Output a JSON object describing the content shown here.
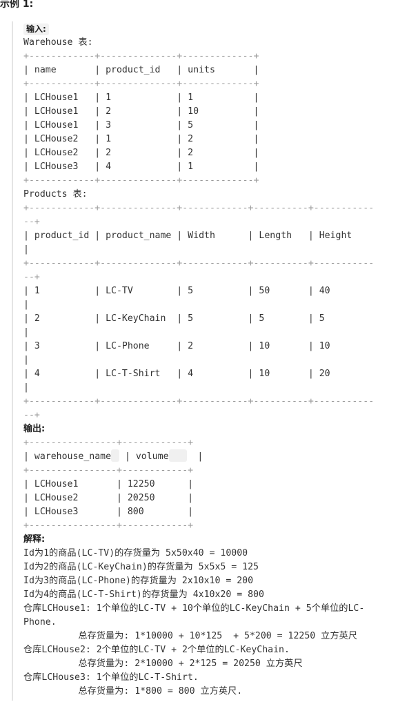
{
  "heading": "示例 1:",
  "input_label": "输入:",
  "lines": [
    {
      "text": "Warehouse 表:",
      "bold": false
    },
    {
      "text": "+------------+--------------+-------------+",
      "border": true
    },
    {
      "text": "| name       | product_id   | units       |"
    },
    {
      "text": "+------------+--------------+-------------+",
      "border": true
    },
    {
      "text": "| LCHouse1   | 1            | 1           |"
    },
    {
      "text": "| LCHouse1   | 2            | 10          |"
    },
    {
      "text": "| LCHouse1   | 3            | 5           |"
    },
    {
      "text": "| LCHouse2   | 1            | 2           |"
    },
    {
      "text": "| LCHouse2   | 2            | 2           |"
    },
    {
      "text": "| LCHouse3   | 4            | 1           |"
    },
    {
      "text": "+------------+--------------+-------------+",
      "border": true
    },
    {
      "text": "Products 表:"
    },
    {
      "text": "+------------+--------------+------------+----------+-----------",
      "border": true
    },
    {
      "text": "--+",
      "border": true
    },
    {
      "text": "| product_id | product_name | Width      | Length   | Height"
    },
    {
      "text": "|"
    },
    {
      "text": "+------------+--------------+------------+----------+-----------",
      "border": true
    },
    {
      "text": "--+",
      "border": true
    },
    {
      "text": "| 1          | LC-TV        | 5          | 50       | 40"
    },
    {
      "text": "|"
    },
    {
      "text": "| 2          | LC-KeyChain  | 5          | 5        | 5"
    },
    {
      "text": "|"
    },
    {
      "text": "| 3          | LC-Phone     | 2          | 10       | 10"
    },
    {
      "text": "|"
    },
    {
      "text": "| 4          | LC-T-Shirt   | 4          | 10       | 20"
    },
    {
      "text": "|"
    },
    {
      "text": "+------------+--------------+------------+----------+-----------",
      "border": true
    },
    {
      "text": "--+",
      "border": true
    },
    {
      "text": "输出:",
      "bold": true
    },
    {
      "text": "+----------------+------------+",
      "border": true
    },
    {
      "text": "| warehouse_name | volume     |",
      "ghosted": true
    },
    {
      "text": "+----------------+------------+",
      "border": true
    },
    {
      "text": "| LCHouse1       | 12250      |"
    },
    {
      "text": "| LCHouse2       | 20250      |"
    },
    {
      "text": "| LCHouse3       | 800        |"
    },
    {
      "text": "+----------------+------------+",
      "border": true
    },
    {
      "text": "解释:",
      "bold": true
    },
    {
      "text": "Id为1的商品(LC-TV)的存货量为 5x50x40 = 10000"
    },
    {
      "text": "Id为2的商品(LC-KeyChain)的存货量为 5x5x5 = 125"
    },
    {
      "text": "Id为3的商品(LC-Phone)的存货量为 2x10x10 = 200"
    },
    {
      "text": "Id为4的商品(LC-T-Shirt)的存货量为 4x10x20 = 800"
    },
    {
      "text": "仓库LCHouse1: 1个单位的LC-TV + 10个单位的LC-KeyChain + 5个单位的LC-"
    },
    {
      "text": "Phone."
    },
    {
      "text": "          总存货量为: 1*10000 + 10*125  + 5*200 = 12250 立方英尺"
    },
    {
      "text": "仓库LCHouse2: 2个单位的LC-TV + 2个单位的LC-KeyChain."
    },
    {
      "text": "          总存货量为: 2*10000 + 2*125 = 20250 立方英尺"
    },
    {
      "text": "仓库LCHouse3: 1个单位的LC-T-Shirt."
    },
    {
      "text": "          总存货量为: 1*800 = 800 立方英尺."
    }
  ]
}
